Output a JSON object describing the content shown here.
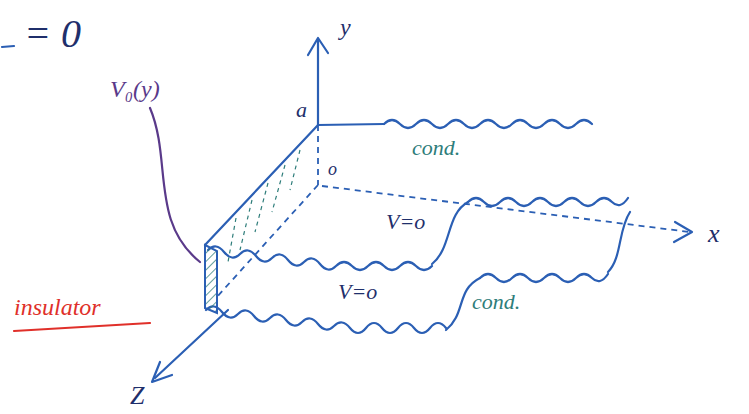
{
  "diagram": {
    "labels": [
      "= 0",
      "y",
      "a",
      "V₀(y)",
      "cond.",
      "o",
      "V=o",
      "x",
      "insulator",
      "V=o",
      "cond.",
      "Z"
    ]
  }
}
